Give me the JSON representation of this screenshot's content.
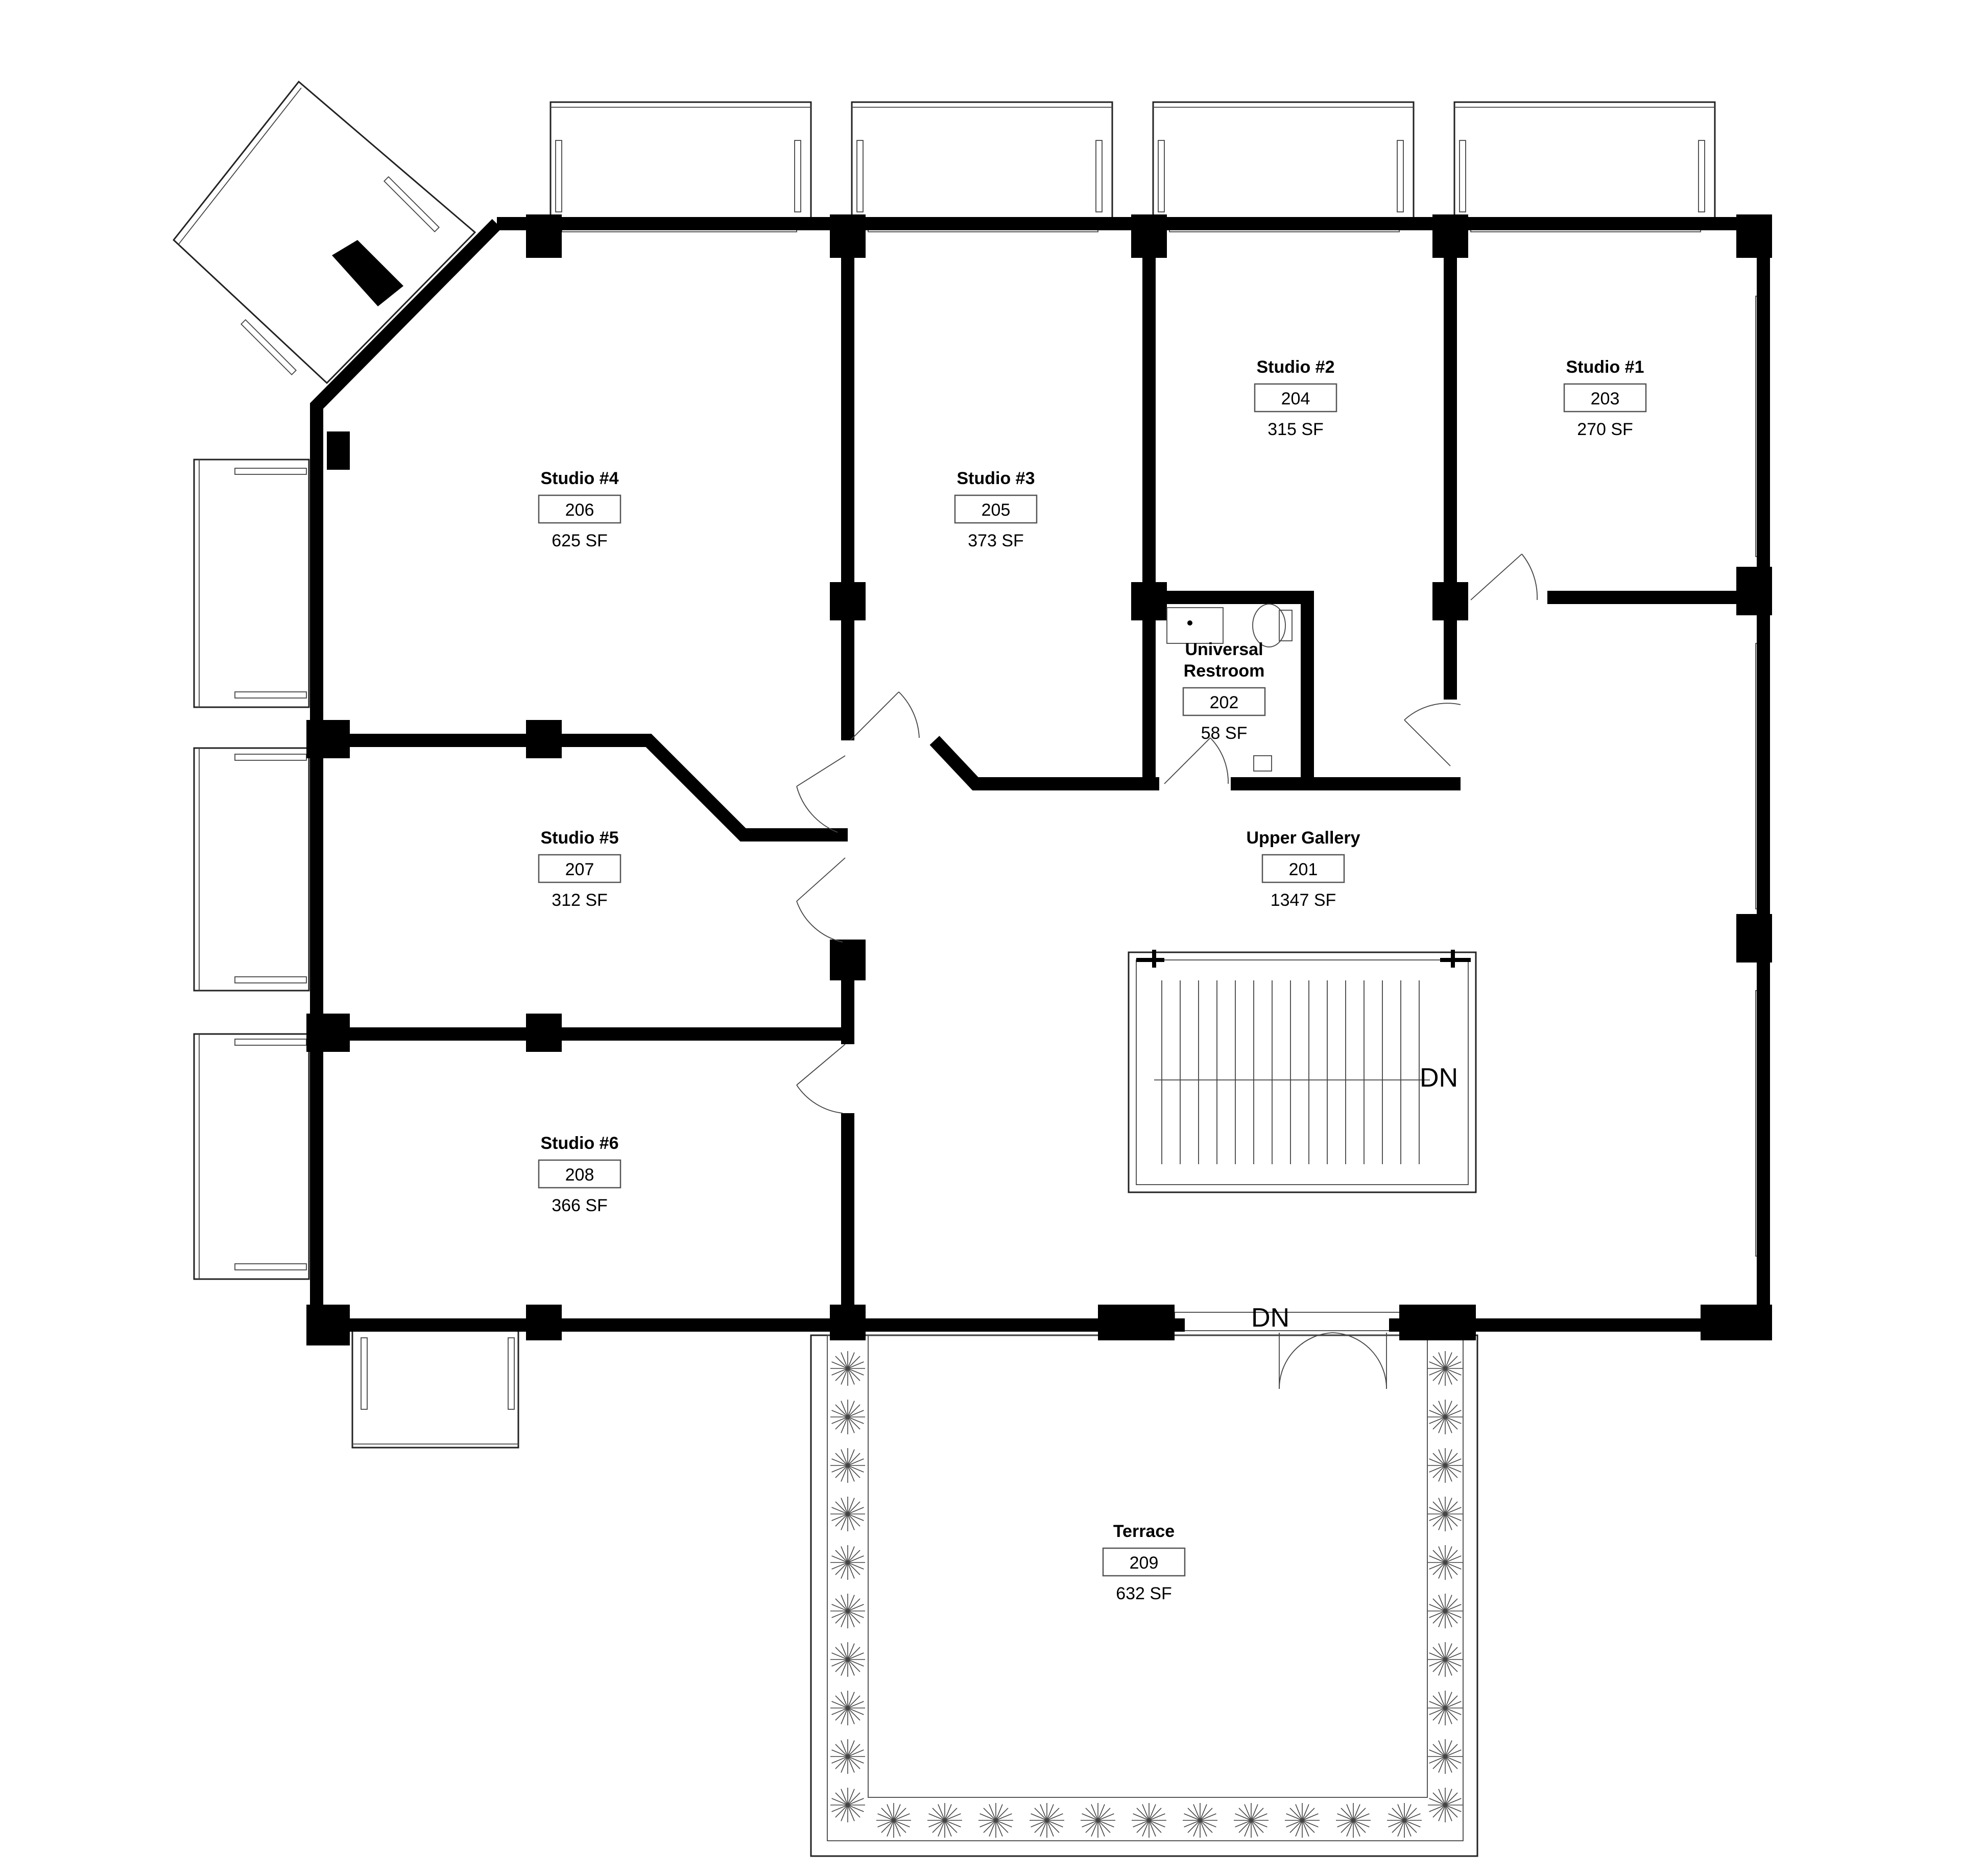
{
  "plan": {
    "rooms": [
      {
        "id": "studio-1",
        "name": "Studio #1",
        "number": "203",
        "area": "270 SF"
      },
      {
        "id": "studio-2",
        "name": "Studio #2",
        "number": "204",
        "area": "315 SF"
      },
      {
        "id": "studio-3",
        "name": "Studio #3",
        "number": "205",
        "area": "373 SF"
      },
      {
        "id": "studio-4",
        "name": "Studio #4",
        "number": "206",
        "area": "625 SF"
      },
      {
        "id": "studio-5",
        "name": "Studio #5",
        "number": "207",
        "area": "312 SF"
      },
      {
        "id": "studio-6",
        "name": "Studio #6",
        "number": "208",
        "area": "366 SF"
      },
      {
        "id": "restroom",
        "name_line1": "Universal",
        "name_line2": "Restroom",
        "number": "202",
        "area": "58 SF"
      },
      {
        "id": "upper-gallery",
        "name": "Upper Gallery",
        "number": "201",
        "area": "1347 SF"
      },
      {
        "id": "terrace",
        "name": "Terrace",
        "number": "209",
        "area": "632 SF"
      }
    ],
    "stair_label": "DN",
    "terrace_stair_label": "DN"
  }
}
